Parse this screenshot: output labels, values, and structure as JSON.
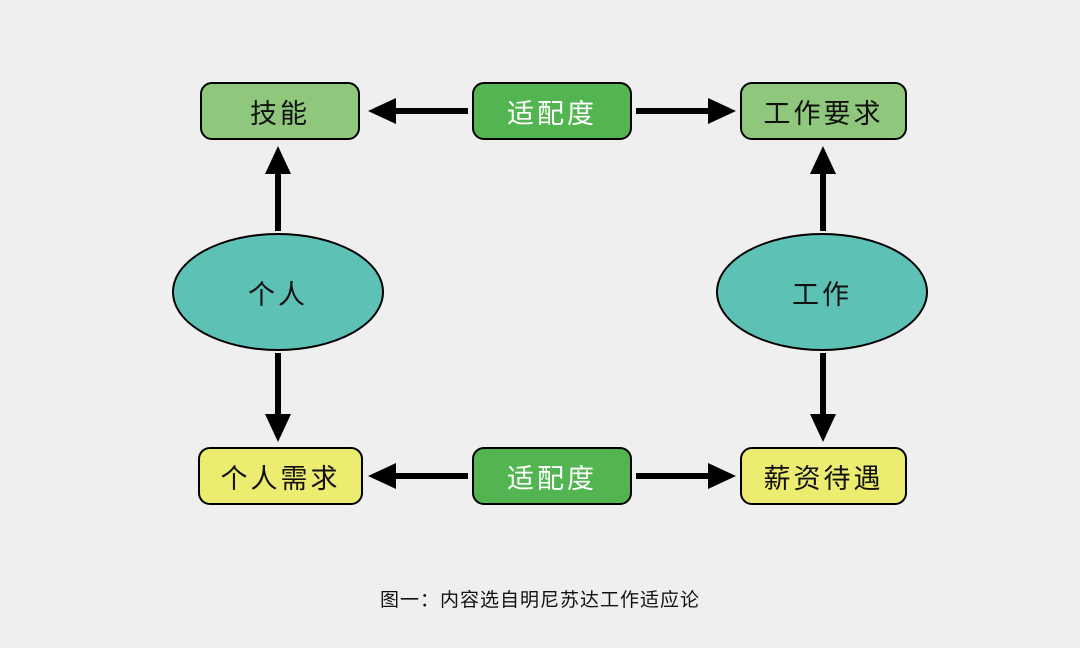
{
  "colors": {
    "background": "#efefef",
    "light-green": "#8fc87d",
    "green": "#53b552",
    "teal": "#5ec1b6",
    "yellow": "#ecec70",
    "border": "#000000",
    "arrow": "#000000",
    "text-dark": "#111111",
    "text-light": "#ffffff"
  },
  "diagram": {
    "nodes": {
      "skills": {
        "label": "技能"
      },
      "fit_top": {
        "label": "适配度"
      },
      "job_requirements": {
        "label": "工作要求"
      },
      "person": {
        "label": "个人"
      },
      "job": {
        "label": "工作"
      },
      "personal_needs": {
        "label": "个人需求"
      },
      "fit_bottom": {
        "label": "适配度"
      },
      "salary_benefits": {
        "label": "薪资待遇"
      }
    },
    "caption": "图一：内容选自明尼苏达工作适应论"
  }
}
